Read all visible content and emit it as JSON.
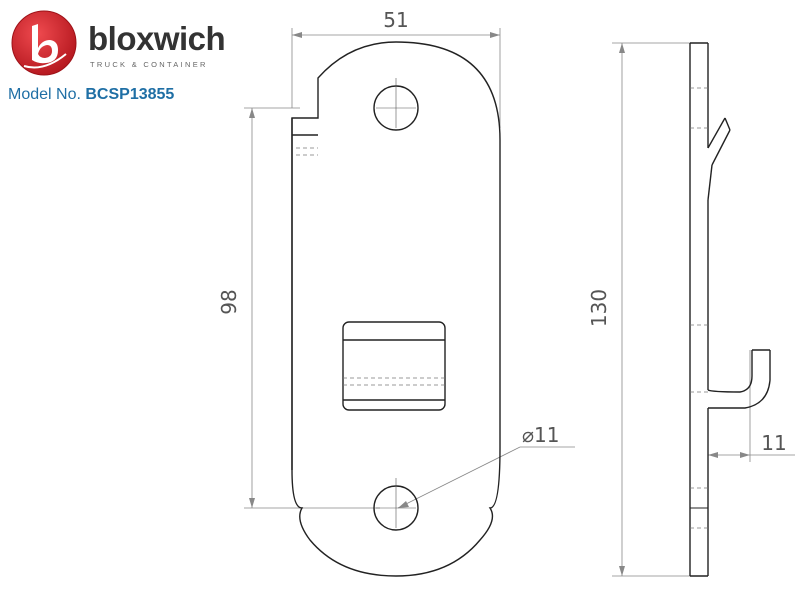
{
  "brand": {
    "name": "bloxwich",
    "tagline": "TRUCK & CONTAINER",
    "logo_letter": "b",
    "accent_color": "#d7262d"
  },
  "model": {
    "label": "Model No.",
    "number": "BCSP13855"
  },
  "dimensions": {
    "width": "51",
    "hole_spacing": "98",
    "hole_diameter": "⌀11",
    "overall_height": "130",
    "hook_depth": "11"
  }
}
